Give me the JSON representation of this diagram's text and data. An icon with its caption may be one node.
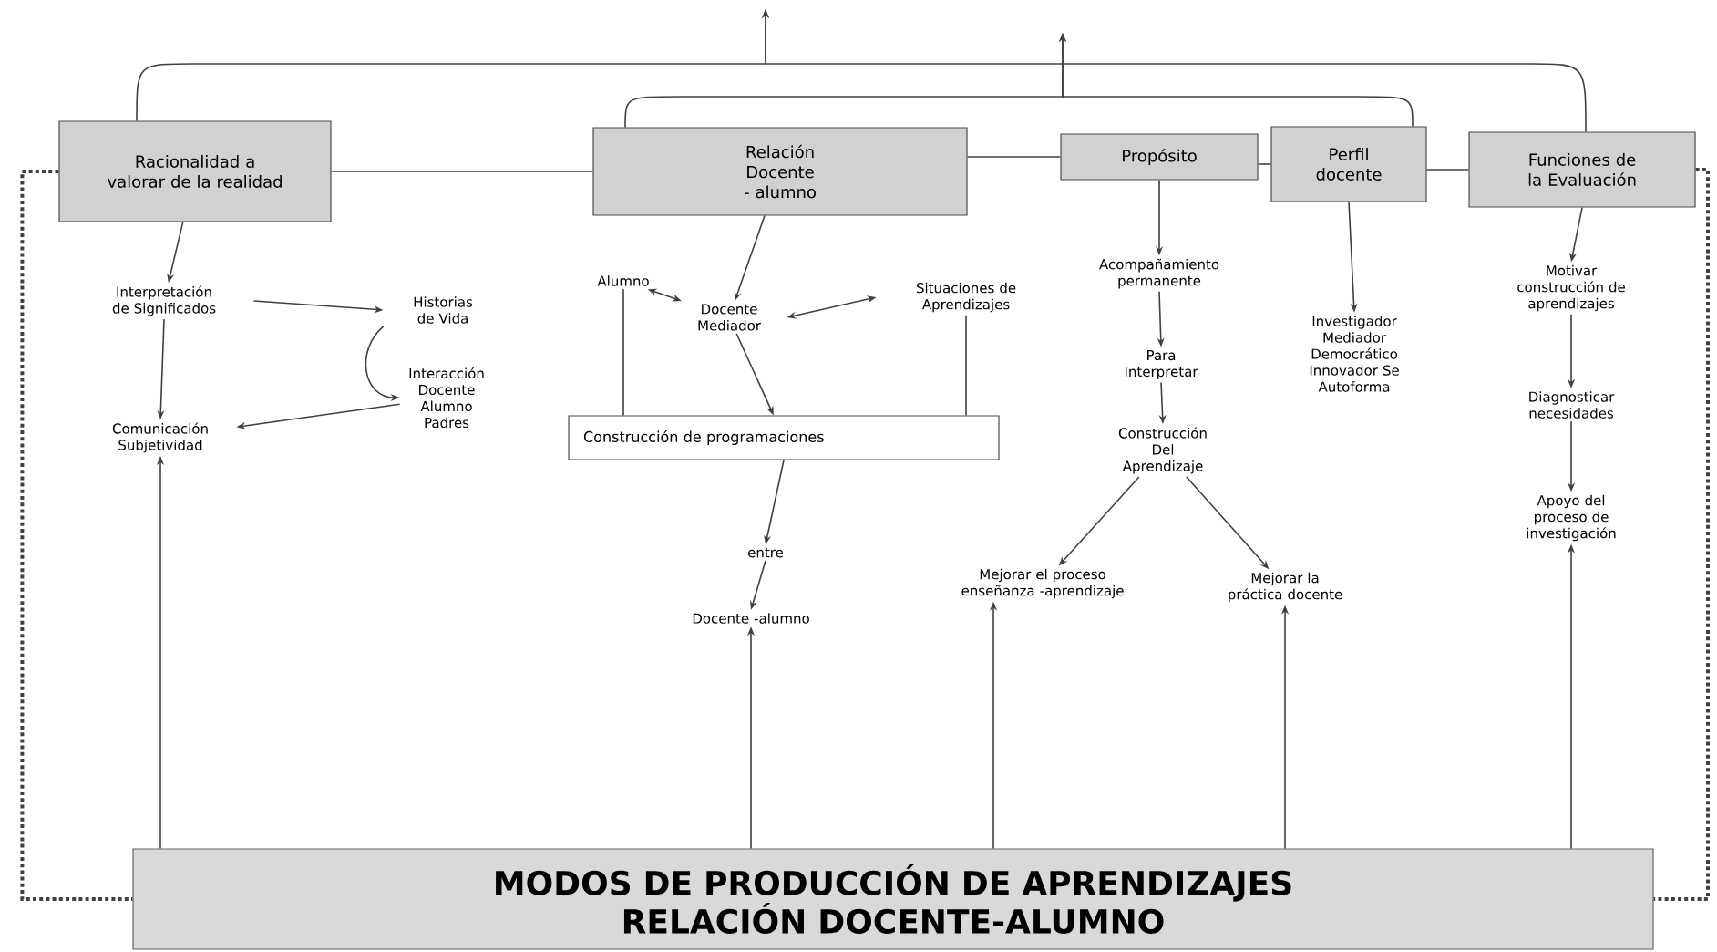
{
  "diagram": {
    "nodes": [
      {
        "text": [
          "Racionalidad a valorar de la realidad"
        ]
      },
      {
        "text": [
          "Relación Docente - alumno"
        ]
      },
      {
        "text": [
          "Propósito"
        ]
      },
      {
        "text": [
          "Perfil docente"
        ]
      },
      {
        "text": [
          "Funciones de la Evaluación"
        ]
      },
      {
        "text": [
          "Interpretación de Significados"
        ]
      },
      {
        "text": [
          "Historias de Vida"
        ]
      },
      {
        "text": [
          "Interacción Docente Alumno Padres"
        ]
      },
      {
        "text": [
          "Comunicación Subjetividad"
        ]
      },
      {
        "text": [
          "Alumno"
        ]
      },
      {
        "text": [
          "Docente Mediador"
        ]
      },
      {
        "text": [
          "Situaciones de Aprendizajes"
        ]
      },
      {
        "text": [
          "Construcción de programaciones"
        ]
      },
      {
        "text": [
          "entre"
        ]
      },
      {
        "text": [
          "Docente -alumno"
        ]
      },
      {
        "text": [
          "Acompañamiento permanente"
        ]
      },
      {
        "text": [
          "Para Interpretar"
        ]
      },
      {
        "text": [
          "Construcción Del Aprendizaje"
        ]
      },
      {
        "text": [
          "Mejorar el proceso enseñanza -aprendizaje"
        ]
      },
      {
        "text": [
          "Mejorar la práctica docente"
        ]
      },
      {
        "text": [
          "Investigador Mediador Democrático Innovador Se Autoforma"
        ]
      },
      {
        "text": [
          "Motivar construcción de aprendizajes"
        ]
      },
      {
        "text": [
          "Diagnosticar necesidades"
        ]
      },
      {
        "text": [
          "Apoyo del proceso de investigación"
        ]
      },
      {
        "text": [
          "MODOS DE PRODUCCIÓN DE APRENDIZAJES RELACIÓN DOCENTE-ALUMNO"
        ]
      }
    ],
    "edges": [
      {
        "from": 0,
        "to": null,
        "arrow": "to"
      },
      {
        "from": 4,
        "to": null,
        "arrow": "to"
      },
      {
        "from": 1,
        "to": null,
        "arrow": "to"
      },
      {
        "from": 3,
        "to": null,
        "arrow": "to"
      },
      {
        "from": 0,
        "to": 1,
        "arrow": "none"
      },
      {
        "from": 1,
        "to": 2,
        "arrow": "none"
      },
      {
        "from": 2,
        "to": 3,
        "arrow": "none"
      },
      {
        "from": 3,
        "to": 4,
        "arrow": "none"
      },
      {
        "from": 0,
        "to": 5,
        "arrow": "to"
      },
      {
        "from": 5,
        "to": 6,
        "arrow": "to"
      },
      {
        "from": 5,
        "to": 8,
        "arrow": "to"
      },
      {
        "from": 6,
        "to": 7,
        "arrow": "to"
      },
      {
        "from": 7,
        "to": 8,
        "arrow": "to"
      },
      {
        "from": 1,
        "to": 10,
        "arrow": "to"
      },
      {
        "from": 9,
        "to": 10,
        "arrow": "both"
      },
      {
        "from": 11,
        "to": 10,
        "arrow": "both"
      },
      {
        "from": 9,
        "to": 12,
        "arrow": "none"
      },
      {
        "from": 11,
        "to": 12,
        "arrow": "none"
      },
      {
        "from": 10,
        "to": 12,
        "arrow": "to"
      },
      {
        "from": 12,
        "to": 13,
        "arrow": "to"
      },
      {
        "from": 13,
        "to": 14,
        "arrow": "to"
      },
      {
        "from": 2,
        "to": 15,
        "arrow": "to"
      },
      {
        "from": 15,
        "to": 16,
        "arrow": "to"
      },
      {
        "from": 16,
        "to": 17,
        "arrow": "to"
      },
      {
        "from": 17,
        "to": 18,
        "arrow": "to"
      },
      {
        "from": 17,
        "to": 19,
        "arrow": "to"
      },
      {
        "from": 3,
        "to": 20,
        "arrow": "to"
      },
      {
        "from": 4,
        "to": 21,
        "arrow": "to"
      },
      {
        "from": 21,
        "to": 22,
        "arrow": "to"
      },
      {
        "from": 22,
        "to": 23,
        "arrow": "to"
      },
      {
        "from": 24,
        "to": 8,
        "arrow": "to"
      },
      {
        "from": 24,
        "to": 14,
        "arrow": "to"
      },
      {
        "from": 24,
        "to": 18,
        "arrow": "to"
      },
      {
        "from": 24,
        "to": 19,
        "arrow": "to"
      },
      {
        "from": 24,
        "to": 23,
        "arrow": "to"
      },
      {
        "from": 0,
        "to": 24,
        "arrow": "none",
        "style": "dashed"
      },
      {
        "from": 4,
        "to": 24,
        "arrow": "none",
        "style": "dashed"
      }
    ]
  }
}
